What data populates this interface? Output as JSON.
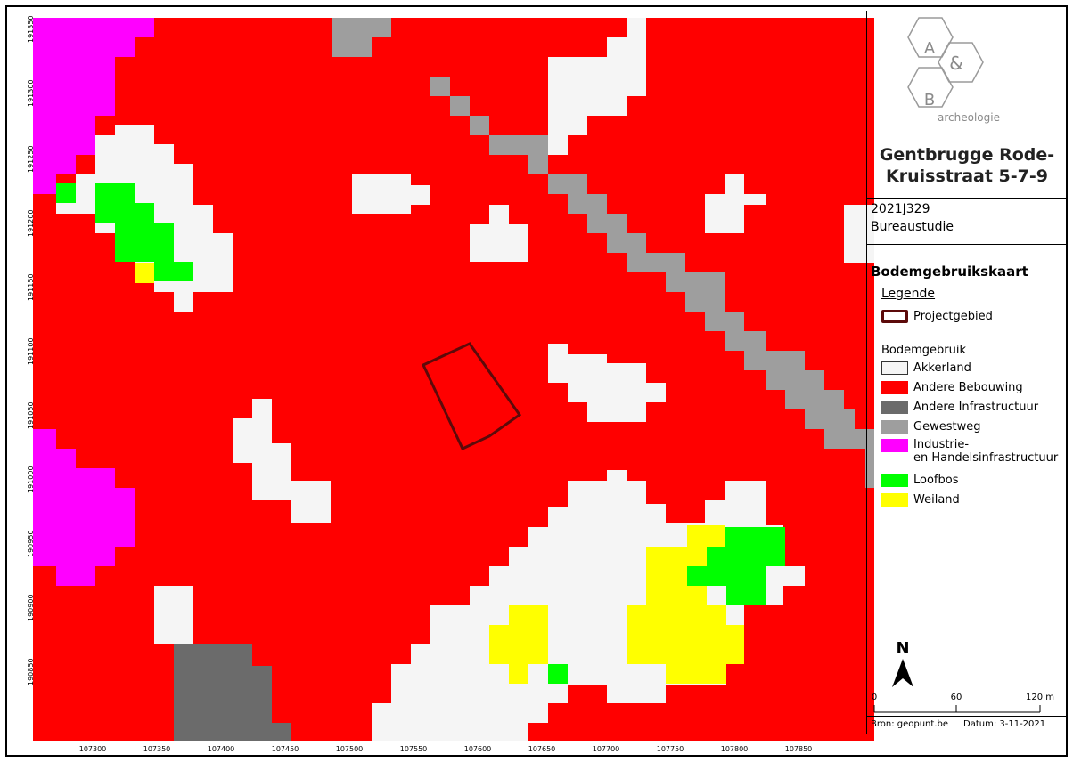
{
  "map": {
    "title": "Gentbrugge Rode-Kruisstraat 5-7-9",
    "title_line1": "Gentbrugge Rode-",
    "title_line2": "Kruisstraat 5-7-9",
    "project_code": "2021J329",
    "project_type": "Bureaustudie",
    "map_title": "Bodemgebruikskaart",
    "source": "Bron: geopunt.be",
    "date": "Datum: 3-11-2021"
  },
  "logo": {
    "letter_a": "A",
    "ampersand": "&",
    "letter_b": "B",
    "text": "archeologie",
    "colors": {
      "outline": "#9a9a9a",
      "text": "#8a8a8a"
    }
  },
  "axes": {
    "x_ticks": [
      "107300",
      "107350",
      "107400",
      "107450",
      "107500",
      "107550",
      "107600",
      "107650",
      "107700",
      "107750",
      "107800",
      "107850"
    ],
    "y_ticks": [
      "191350",
      "191300",
      "191250",
      "191200",
      "191150",
      "191100",
      "191050",
      "191000",
      "190950",
      "190900",
      "190850"
    ]
  },
  "legend": {
    "title": "Legende",
    "project_label": "Projectgebied",
    "group_label": "Bodemgebruik",
    "items": [
      {
        "label": "Akkerland",
        "color": "#f5f5f5",
        "border": "#333333"
      },
      {
        "label": "Andere Bebouwing",
        "color": "#ff0000",
        "border": "#ff0000"
      },
      {
        "label": "Andere Infrastructuur",
        "color": "#6b6b6b",
        "border": "#6b6b6b"
      },
      {
        "label": "Gewestweg",
        "color": "#9e9e9e",
        "border": "#9e9e9e"
      },
      {
        "label": "Industrie-\nen Handelsinfrastructuur",
        "label_line1": "Industrie-",
        "label_line2": "en Handelsinfrastructuur",
        "color": "#ff00ff",
        "border": "#ff00ff"
      },
      {
        "label": "Loofbos",
        "color": "#00ff00",
        "border": "#00ff00"
      },
      {
        "label": "Weiland",
        "color": "#ffff00",
        "border": "#ffff00"
      }
    ]
  },
  "north_arrow": {
    "label": "N"
  },
  "scale_bar": {
    "labels": [
      "0",
      "60",
      "120 m"
    ]
  },
  "colors": {
    "bebouwing": "#ff0000",
    "akkerland": "#f5f5f5",
    "infrastructuur": "#6b6b6b",
    "gewestweg": "#9e9e9e",
    "industrie": "#ff00ff",
    "loofbos": "#00ff00",
    "weiland": "#ffff00",
    "project_outline": "#5c0a0a"
  }
}
